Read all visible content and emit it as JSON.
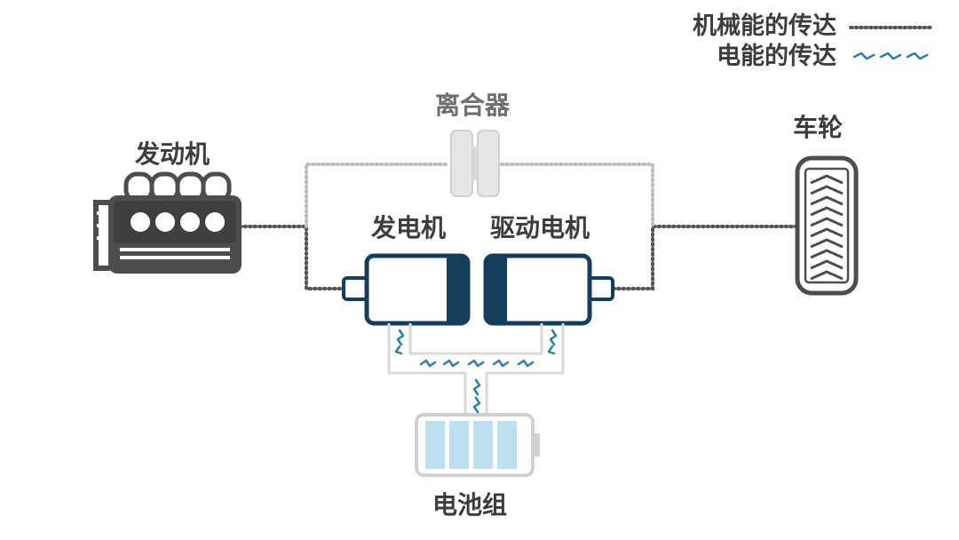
{
  "legend": {
    "mechanical": "机械能的传达",
    "electrical": "电能的传达"
  },
  "labels": {
    "engine": "发动机",
    "clutch": "离合器",
    "generator": "发电机",
    "drive_motor": "驱动电机",
    "wheel": "车轮",
    "battery": "电池组"
  },
  "colors": {
    "component_dark": "#4d4d4d",
    "motor_accent": "#153e5c",
    "battery_cell": "#bddff2",
    "electric_flow": "#2e7da3",
    "mechanical_line": "#555555",
    "clutch_gray": "#e6e6e6"
  }
}
